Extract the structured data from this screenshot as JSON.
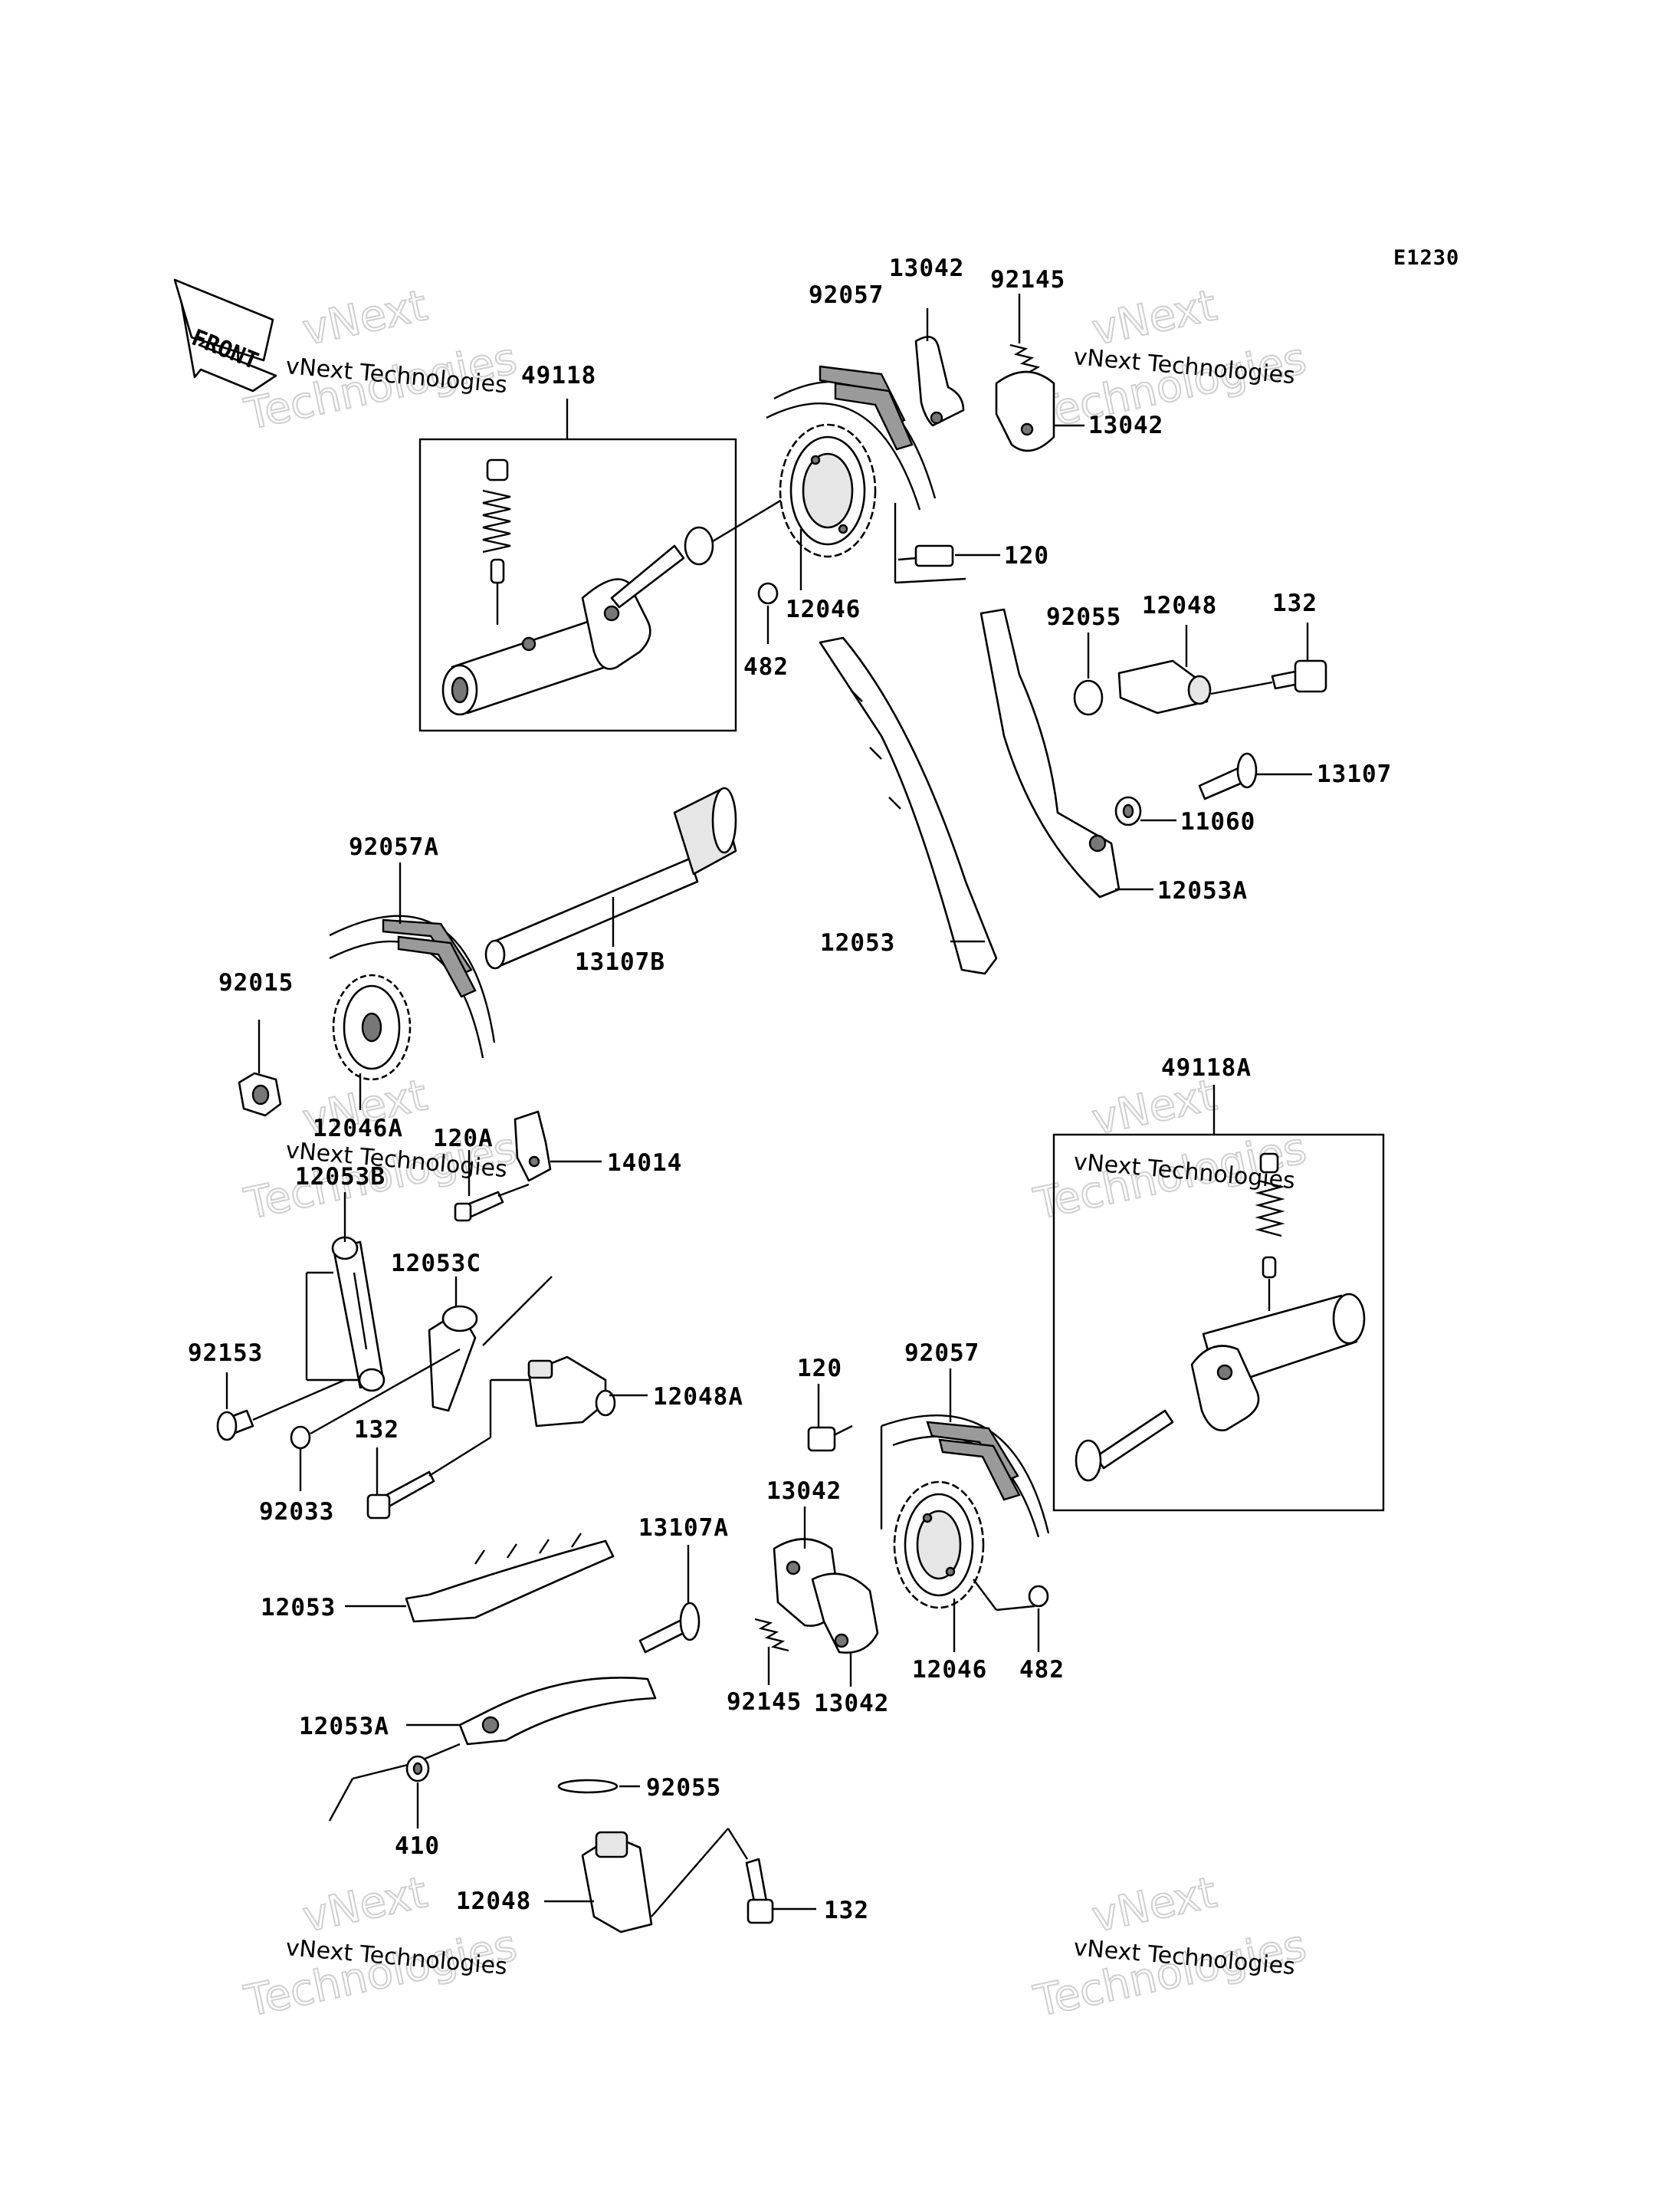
{
  "diagram": {
    "code": "E1230",
    "front_label": "FRONT",
    "watermark": {
      "line1": "vNext Technologies",
      "line2": "vNext",
      "line3": "Technologies"
    },
    "labels": {
      "p49118": "49118",
      "p92057_top": "92057",
      "p13042_top1": "13042",
      "p92145_top": "92145",
      "p13042_top2": "13042",
      "p120_top": "120",
      "p12046_top": "12046",
      "p482_top": "482",
      "p92055_top": "92055",
      "p12048_top": "12048",
      "p132_top": "132",
      "p13107": "13107",
      "p11060": "11060",
      "p12053A_top": "12053A",
      "p12053_top": "12053",
      "p92057A": "92057A",
      "p13107B": "13107B",
      "p92015": "92015",
      "p12046A": "12046A",
      "p120A": "120A",
      "p14014": "14014",
      "p12053B": "12053B",
      "p12053C": "12053C",
      "p92153": "92153",
      "p12048A": "12048A",
      "p132_mid": "132",
      "p92033": "92033",
      "p49118A": "49118A",
      "p120_bot": "120",
      "p92057_bot": "92057",
      "p13042_bot1": "13042",
      "p13107A": "13107A",
      "p12053_bot": "12053",
      "p92145_bot": "92145",
      "p13042_bot2": "13042",
      "p12046_bot": "12046",
      "p482_bot": "482",
      "p12053A_bot": "12053A",
      "p92055_bot": "92055",
      "p410": "410",
      "p12048_bot": "12048",
      "p132_bot": "132"
    }
  }
}
